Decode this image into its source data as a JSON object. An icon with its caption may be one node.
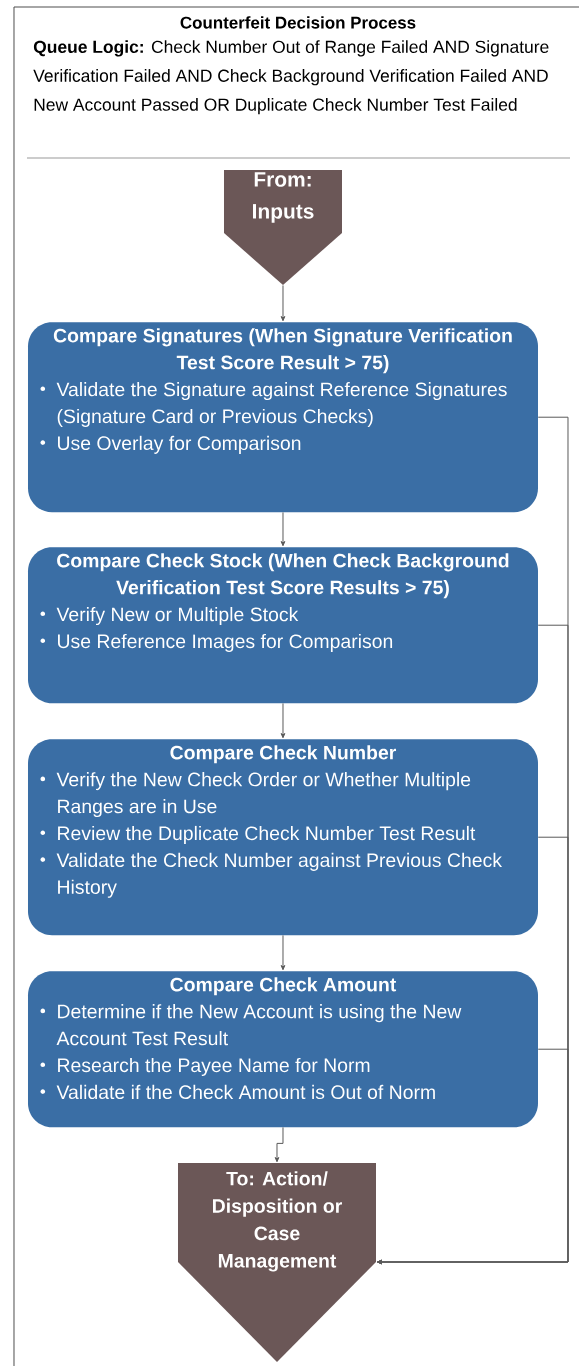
{
  "diagram": {
    "title": "Counterfeit Decision Process",
    "nodes": [
      {
        "text": [
          "From: Inputs"
        ]
      },
      {
        "text": [
          "Compare Signatures (When Signature Verification Test Score Result > 75)",
          "Validate the Signature against Reference Signatures (Signature Card or Previous Checks)",
          "Use Overlay for Comparison"
        ]
      },
      {
        "text": [
          "Compare Check Stock (When Check Background Verification Test Score Results > 75)",
          "Verify New or Multiple Stock",
          "Use Reference Images for Comparison"
        ]
      },
      {
        "text": [
          "Compare Check Number",
          "Verify the New Check Order or Whether Multiple Ranges are in Use",
          "Review the Duplicate Check Number Test Result",
          "Validate the Check Number against Previous Check History"
        ]
      },
      {
        "text": [
          "Compare Check Amount",
          "Determine if the New Account is using the New Account Test Result",
          "Research the Payee Name for Norm",
          "Validate if the Check Amount is Out of Norm"
        ]
      },
      {
        "text": [
          "To: Action/ Disposition or Case Management"
        ]
      }
    ],
    "edges": [
      {
        "from": 0,
        "to": 1,
        "arrow": "to"
      },
      {
        "from": 1,
        "to": 2,
        "arrow": "to"
      },
      {
        "from": 2,
        "to": 3,
        "arrow": "to"
      },
      {
        "from": 3,
        "to": 4,
        "arrow": "to"
      },
      {
        "from": 4,
        "to": 5,
        "arrow": "to"
      },
      {
        "from": 1,
        "to": 5,
        "arrow": "to"
      },
      {
        "from": 2,
        "to": 5,
        "arrow": "to"
      },
      {
        "from": 3,
        "to": 5,
        "arrow": "to"
      },
      {
        "from": 4,
        "to": 5,
        "arrow": "to"
      }
    ],
    "labels": [
      "**Queue Logic:** Check Number Out of Range Failed AND Signature Verification Failed AND Check Background Verification Failed AND New Account Passed OR Duplicate Check Number Test Failed"
    ]
  }
}
